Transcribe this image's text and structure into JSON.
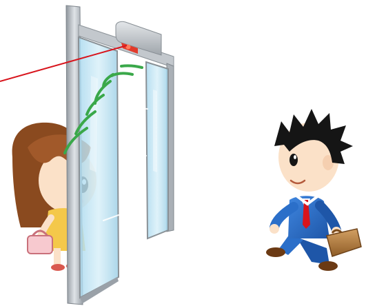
{
  "scene": {
    "figures": [
      "automatic-sliding-door",
      "motion-sensor",
      "sensor-pointer-line",
      "girl-walking-through-door",
      "businessman-walking-with-briefcase"
    ],
    "colors": {
      "background": "#ffffff",
      "door_frame": "#b9bec4",
      "glass": "#bfe3f2",
      "sensor_body": "#c9ccd0",
      "sensor_light": "#e23a2a",
      "pointer_line": "#d8141c",
      "sensor_waves": "#3aa84a",
      "suit": "#2b6fc9",
      "tie": "#d8141c",
      "hair_boy": "#151515",
      "hair_girl": "#8a4a1f",
      "skin": "#fbe1c8",
      "briefcase": "#b07a3a"
    },
    "state": {
      "door": "opening",
      "sensor": "active"
    }
  }
}
